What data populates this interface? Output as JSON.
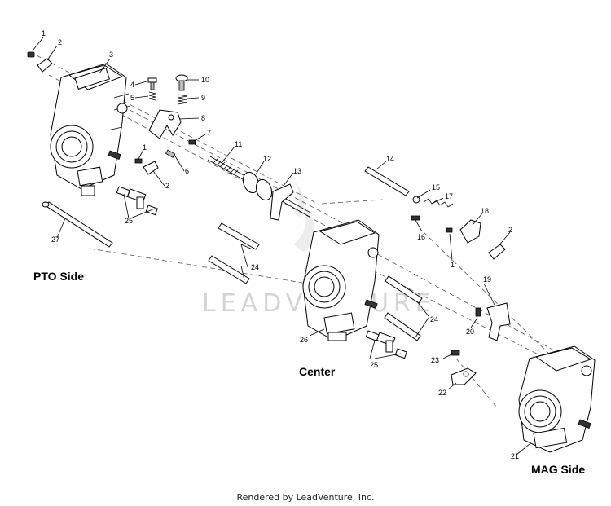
{
  "watermark": "LEADVENTURE",
  "footer": "Rendered by LeadVenture, Inc.",
  "sides": {
    "pto": "PTO Side",
    "center": "Center",
    "mag": "MAG Side"
  },
  "callouts": [
    {
      "id": "c1a",
      "text": "1"
    },
    {
      "id": "c2a",
      "text": "2"
    },
    {
      "id": "c3",
      "text": "3"
    },
    {
      "id": "c4",
      "text": "4"
    },
    {
      "id": "c5",
      "text": "5"
    },
    {
      "id": "c10",
      "text": "10"
    },
    {
      "id": "c9",
      "text": "9"
    },
    {
      "id": "c8",
      "text": "8"
    },
    {
      "id": "c7",
      "text": "7"
    },
    {
      "id": "c1b",
      "text": "1"
    },
    {
      "id": "c6",
      "text": "6"
    },
    {
      "id": "c2b",
      "text": "2"
    },
    {
      "id": "c11",
      "text": "11"
    },
    {
      "id": "c12",
      "text": "12"
    },
    {
      "id": "c13",
      "text": "13"
    },
    {
      "id": "c25a",
      "text": "25"
    },
    {
      "id": "c27",
      "text": "27"
    },
    {
      "id": "c24a",
      "text": "24"
    },
    {
      "id": "c14",
      "text": "14"
    },
    {
      "id": "c15",
      "text": "15"
    },
    {
      "id": "c17",
      "text": "17"
    },
    {
      "id": "c16",
      "text": "16"
    },
    {
      "id": "c18",
      "text": "18"
    },
    {
      "id": "c2c",
      "text": "2"
    },
    {
      "id": "c1c",
      "text": "1"
    },
    {
      "id": "c19",
      "text": "19"
    },
    {
      "id": "c20",
      "text": "20"
    },
    {
      "id": "c24b",
      "text": "24"
    },
    {
      "id": "c26",
      "text": "26"
    },
    {
      "id": "c25b",
      "text": "25"
    },
    {
      "id": "c23",
      "text": "23"
    },
    {
      "id": "c22",
      "text": "22"
    },
    {
      "id": "c21",
      "text": "21"
    }
  ]
}
